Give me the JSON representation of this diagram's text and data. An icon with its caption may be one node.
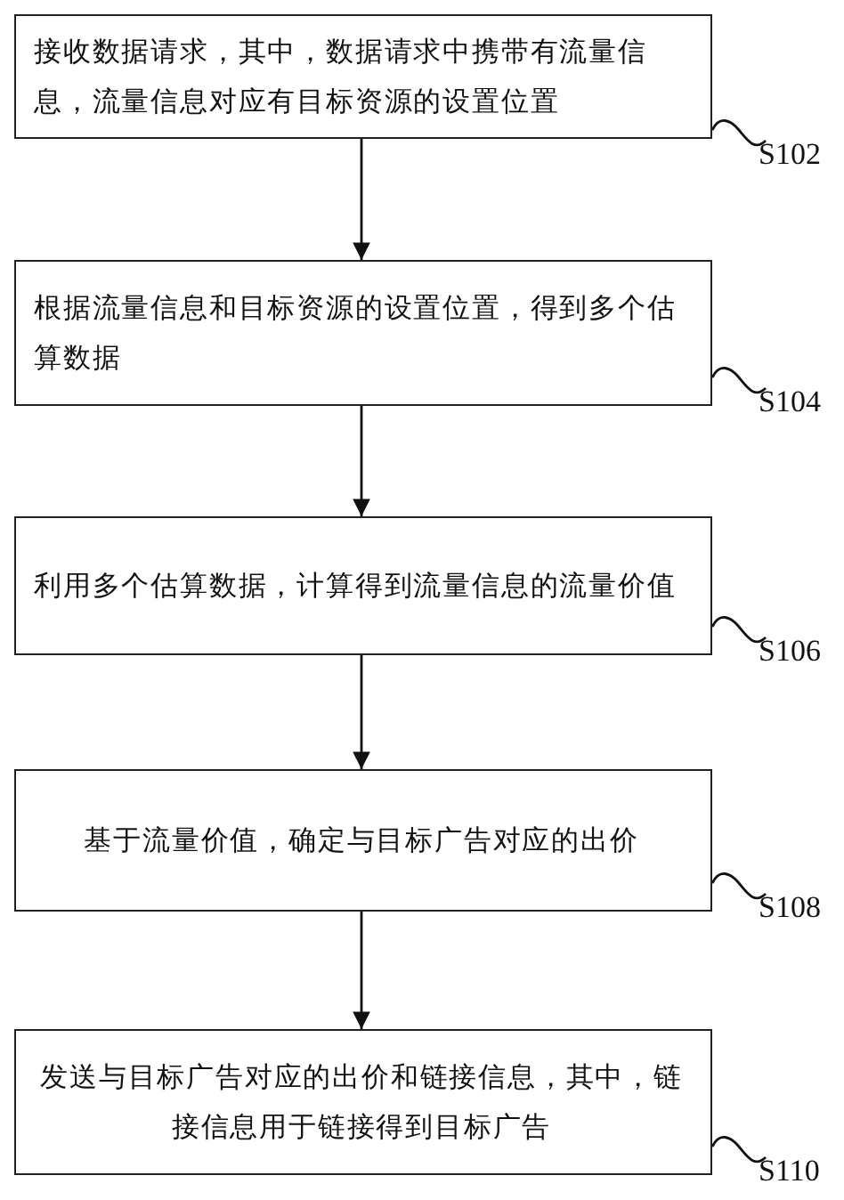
{
  "diagram": {
    "nodes": [
      {
        "text": [
          "接收数据请求，其中，数据请求中携带有流量信息，流量信息对应有目标资源的设置位置"
        ]
      },
      {
        "text": [
          "根据流量信息和目标资源的设置位置，得到多个估算数据"
        ]
      },
      {
        "text": [
          "利用多个估算数据，计算得到流量信息的流量价值"
        ]
      },
      {
        "text": [
          "基于流量价值，确定与目标广告对应的出价"
        ]
      },
      {
        "text": [
          "发送与目标广告对应的出价和链接信息，其中，链接信息用于链接得到目标广告"
        ]
      },
      {
        "text": [
          "S102"
        ]
      },
      {
        "text": [
          "S104"
        ]
      },
      {
        "text": [
          "S106"
        ]
      },
      {
        "text": [
          "S108"
        ]
      },
      {
        "text": [
          "S110"
        ]
      }
    ],
    "edges": [
      {
        "from": 0,
        "to": 1,
        "arrow": "to"
      },
      {
        "from": 1,
        "to": 2,
        "arrow": "to"
      },
      {
        "from": 2,
        "to": 3,
        "arrow": "to"
      },
      {
        "from": 3,
        "to": 4,
        "arrow": "to"
      },
      {
        "from": 5,
        "to": 0,
        "arrow": "none"
      },
      {
        "from": 6,
        "to": 1,
        "arrow": "none"
      },
      {
        "from": 7,
        "to": 2,
        "arrow": "none"
      },
      {
        "from": 8,
        "to": 3,
        "arrow": "none"
      },
      {
        "from": 9,
        "to": 4,
        "arrow": "none"
      }
    ]
  }
}
